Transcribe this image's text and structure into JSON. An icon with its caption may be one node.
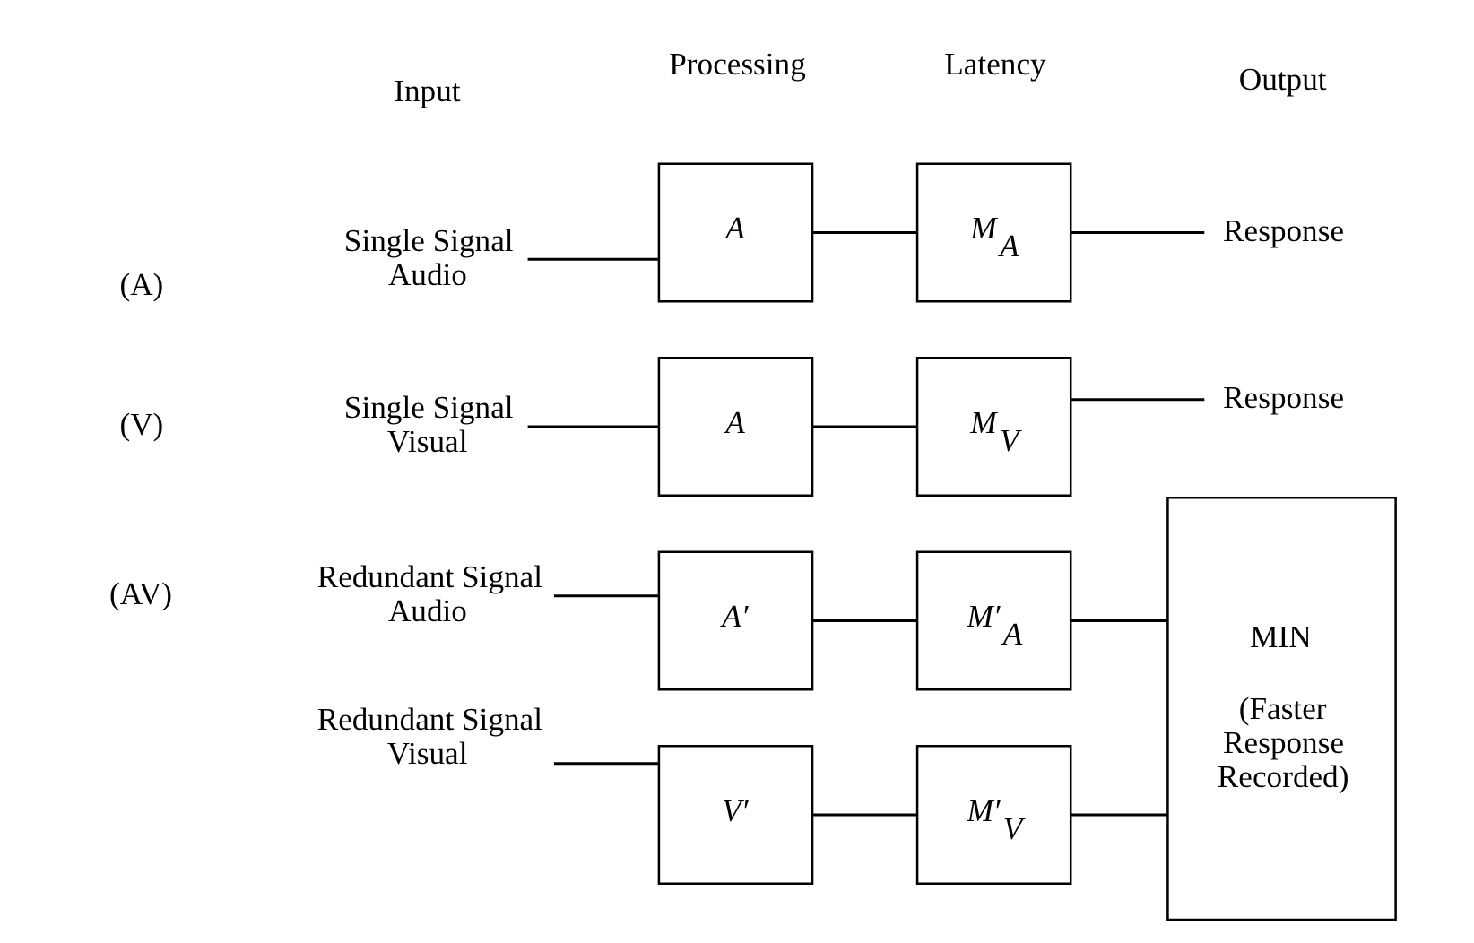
{
  "diagram": {
    "nodes": [
      {
        "text": [
          "Single Signal Audio"
        ]
      },
      {
        "text": [
          "A"
        ]
      },
      {
        "text": [
          "M$_{A}$"
        ]
      },
      {
        "text": [
          "Response"
        ]
      },
      {
        "text": [
          "Single Signal Visual"
        ]
      },
      {
        "text": [
          "A"
        ]
      },
      {
        "text": [
          "M$_{V}$"
        ]
      },
      {
        "text": [
          "Response"
        ]
      },
      {
        "text": [
          "Redundant Signal Audio"
        ]
      },
      {
        "text": [
          "A′"
        ]
      },
      {
        "text": [
          "M′$_{A}$"
        ]
      },
      {
        "text": [
          "Redundant Signal Visual"
        ]
      },
      {
        "text": [
          "V′"
        ]
      },
      {
        "text": [
          "M′$_{V}$"
        ]
      },
      {
        "text": [
          "MIN",
          "(Faster Response Recorded)"
        ]
      }
    ],
    "edges": [
      {
        "from": 0,
        "to": 1,
        "arrow": "none"
      },
      {
        "from": 1,
        "to": 2,
        "arrow": "none"
      },
      {
        "from": 2,
        "to": 3,
        "arrow": "none"
      },
      {
        "from": 4,
        "to": 5,
        "arrow": "none"
      },
      {
        "from": 5,
        "to": 6,
        "arrow": "none"
      },
      {
        "from": 6,
        "to": 7,
        "arrow": "none"
      },
      {
        "from": 8,
        "to": 9,
        "arrow": "none"
      },
      {
        "from": 9,
        "to": 10,
        "arrow": "none"
      },
      {
        "from": 10,
        "to": 14,
        "arrow": "none"
      },
      {
        "from": 11,
        "to": 12,
        "arrow": "none"
      },
      {
        "from": 12,
        "to": 13,
        "arrow": "none"
      },
      {
        "from": 13,
        "to": 14,
        "arrow": "none"
      }
    ],
    "labels": [
      "Input",
      "Processing",
      "Latency",
      "Output",
      "(A)",
      "(V)",
      "(AV)"
    ]
  }
}
